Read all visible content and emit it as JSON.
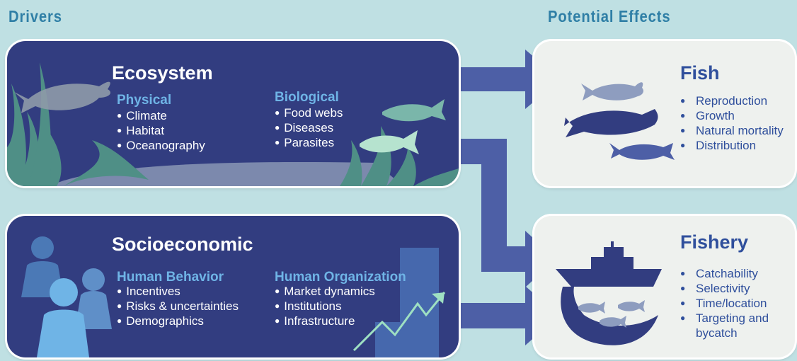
{
  "headers": {
    "drivers": "Drivers",
    "effects": "Potential Effects"
  },
  "ecosystem": {
    "title": "Ecosystem",
    "physical": {
      "label": "Physical",
      "items": [
        "Climate",
        "Habitat",
        "Oceanography"
      ]
    },
    "biological": {
      "label": "Biological",
      "items": [
        "Food webs",
        "Diseases",
        "Parasites"
      ]
    }
  },
  "socioeconomic": {
    "title": "Socioeconomic",
    "behavior": {
      "label": "Human Behavior",
      "items": [
        "Incentives",
        "Risks & uncertainties",
        "Demographics"
      ]
    },
    "organization": {
      "label": "Human Organization",
      "items": [
        "Market dynamics",
        "Institutions",
        "Infrastructure"
      ]
    }
  },
  "fish": {
    "title": "Fish",
    "items": [
      "Reproduction",
      "Growth",
      "Natural mortality",
      "Distribution"
    ]
  },
  "fishery": {
    "title": "Fishery",
    "items": [
      "Catchability",
      "Selectivity",
      "Time/location",
      "Targeting and bycatch"
    ]
  },
  "colors": {
    "background": "#bfe0e3",
    "panel_dark": "#323d80",
    "panel_light": "#eef1ee",
    "arrow": "#4d5fa6",
    "heading": "#2f7fa6",
    "subheading": "#6fb4e6",
    "right_text": "#2f4f9c"
  }
}
